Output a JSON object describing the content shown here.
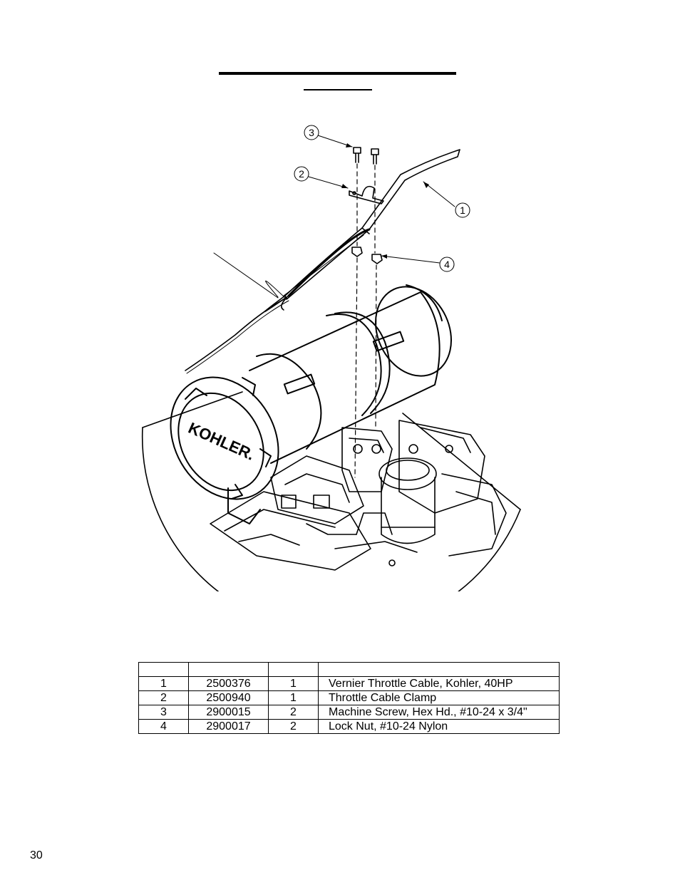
{
  "figure": {
    "callouts": [
      "1",
      "2",
      "3",
      "4"
    ],
    "logo_text": "KOHLER."
  },
  "parts_table": {
    "headers": [
      "",
      "",
      "",
      ""
    ],
    "rows": [
      {
        "item": "1",
        "part_no": "2500376",
        "qty": "1",
        "description": "Vernier Throttle Cable, Kohler, 40HP"
      },
      {
        "item": "2",
        "part_no": "2500940",
        "qty": "1",
        "description": "Throttle Cable Clamp"
      },
      {
        "item": "3",
        "part_no": "2900015",
        "qty": "2",
        "description": "Machine Screw, Hex Hd., #10-24 x 3/4\""
      },
      {
        "item": "4",
        "part_no": "2900017",
        "qty": "2",
        "description": "Lock Nut, #10-24 Nylon"
      }
    ]
  },
  "page_number": "30"
}
